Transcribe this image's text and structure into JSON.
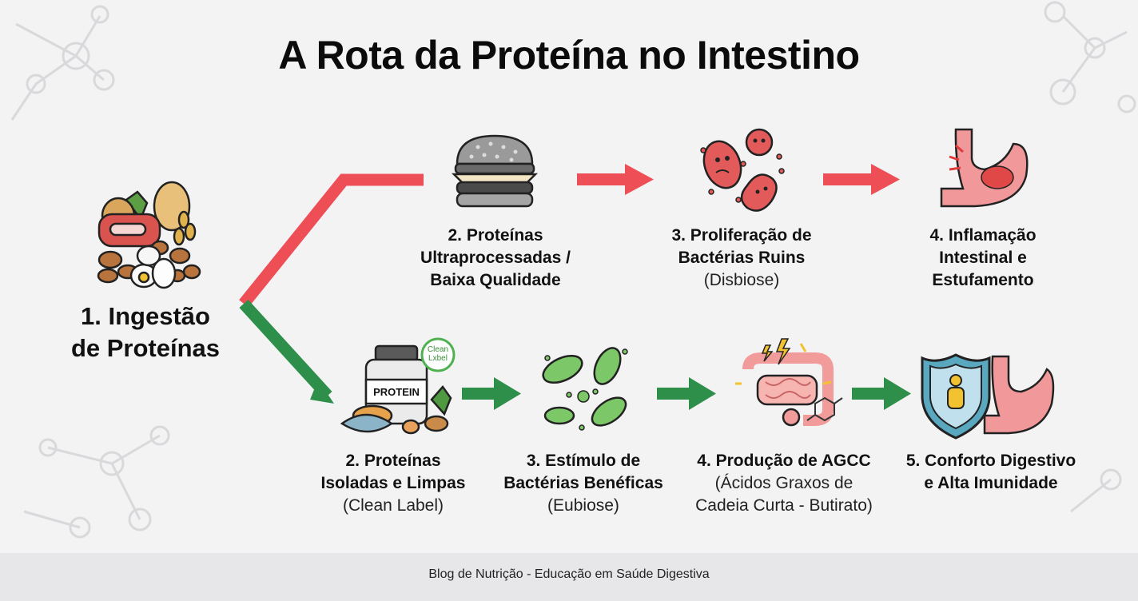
{
  "title": "A Rota da Proteína no Intestino",
  "start": {
    "line1": "1. Ingestão",
    "line2": "de Proteínas"
  },
  "bad_path": [
    {
      "lines": [
        "2. Proteínas",
        "Ultraprocessadas /",
        "Baixa Qualidade"
      ],
      "note": "",
      "icon": "burger-icon"
    },
    {
      "lines": [
        "3. Proliferação de",
        "Bactérias Ruins"
      ],
      "note": "(Disbiose)",
      "icon": "bad-bacteria-icon"
    },
    {
      "lines": [
        "4. Inflamação",
        "Intestinal e",
        "Estufamento"
      ],
      "note": "",
      "icon": "inflamed-stomach-icon"
    }
  ],
  "good_path": [
    {
      "lines": [
        "2. Proteínas",
        "Isoladas e Limpas"
      ],
      "note": "(Clean Label)",
      "icon": "protein-jar-icon",
      "jar_label": "PROTEIN",
      "badge": "Clean Lxbel"
    },
    {
      "lines": [
        "3. Estímulo de",
        "Bactérias Benéficas"
      ],
      "note": "(Eubiose)",
      "icon": "good-bacteria-icon"
    },
    {
      "lines": [
        "4. Produção de AGCC"
      ],
      "note": "(Ácidos Graxos de\nCadeia Curta - Butirato)",
      "icon": "intestine-icon"
    },
    {
      "lines": [
        "5. Conforto Digestivo",
        "e Alta Imunidade"
      ],
      "note": "",
      "icon": "shield-stomach-icon"
    }
  ],
  "colors": {
    "bad": "#ee4e56",
    "good": "#2e8f4a"
  },
  "footer": "Blog de Nutrição - Educação em Saúde Digestiva"
}
